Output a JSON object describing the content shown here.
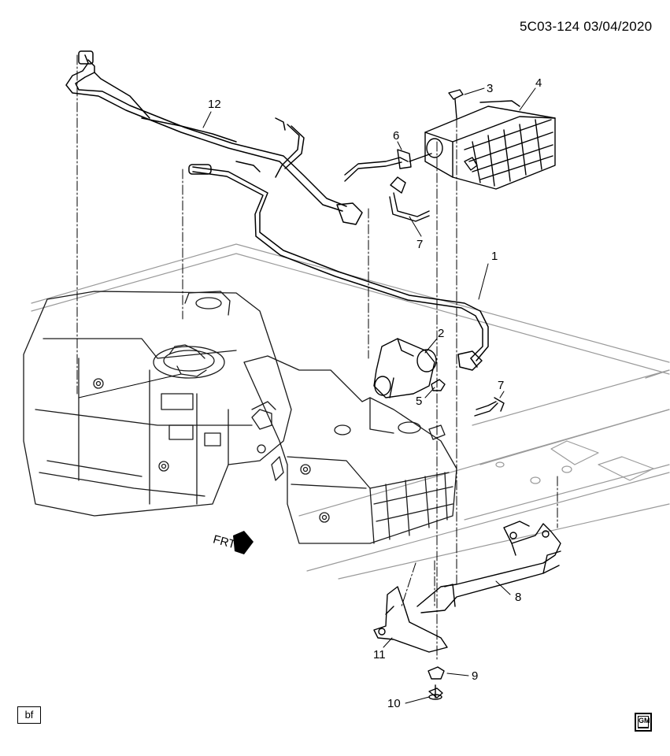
{
  "header": {
    "code": "5C03-124  03/04/2020"
  },
  "callouts": [
    {
      "id": "c1",
      "label": "1"
    },
    {
      "id": "c2",
      "label": "2"
    },
    {
      "id": "c3",
      "label": "3"
    },
    {
      "id": "c4",
      "label": "4"
    },
    {
      "id": "c5",
      "label": "5"
    },
    {
      "id": "c6",
      "label": "6"
    },
    {
      "id": "c7a",
      "label": "7"
    },
    {
      "id": "c7b",
      "label": "7"
    },
    {
      "id": "c8",
      "label": "8"
    },
    {
      "id": "c9",
      "label": "9"
    },
    {
      "id": "c10",
      "label": "10"
    },
    {
      "id": "c11",
      "label": "11"
    },
    {
      "id": "c12",
      "label": "12"
    }
  ],
  "front_arrow": {
    "label": "FRT"
  },
  "badge": {
    "label": "bf"
  },
  "logo": {
    "label": "GM"
  }
}
